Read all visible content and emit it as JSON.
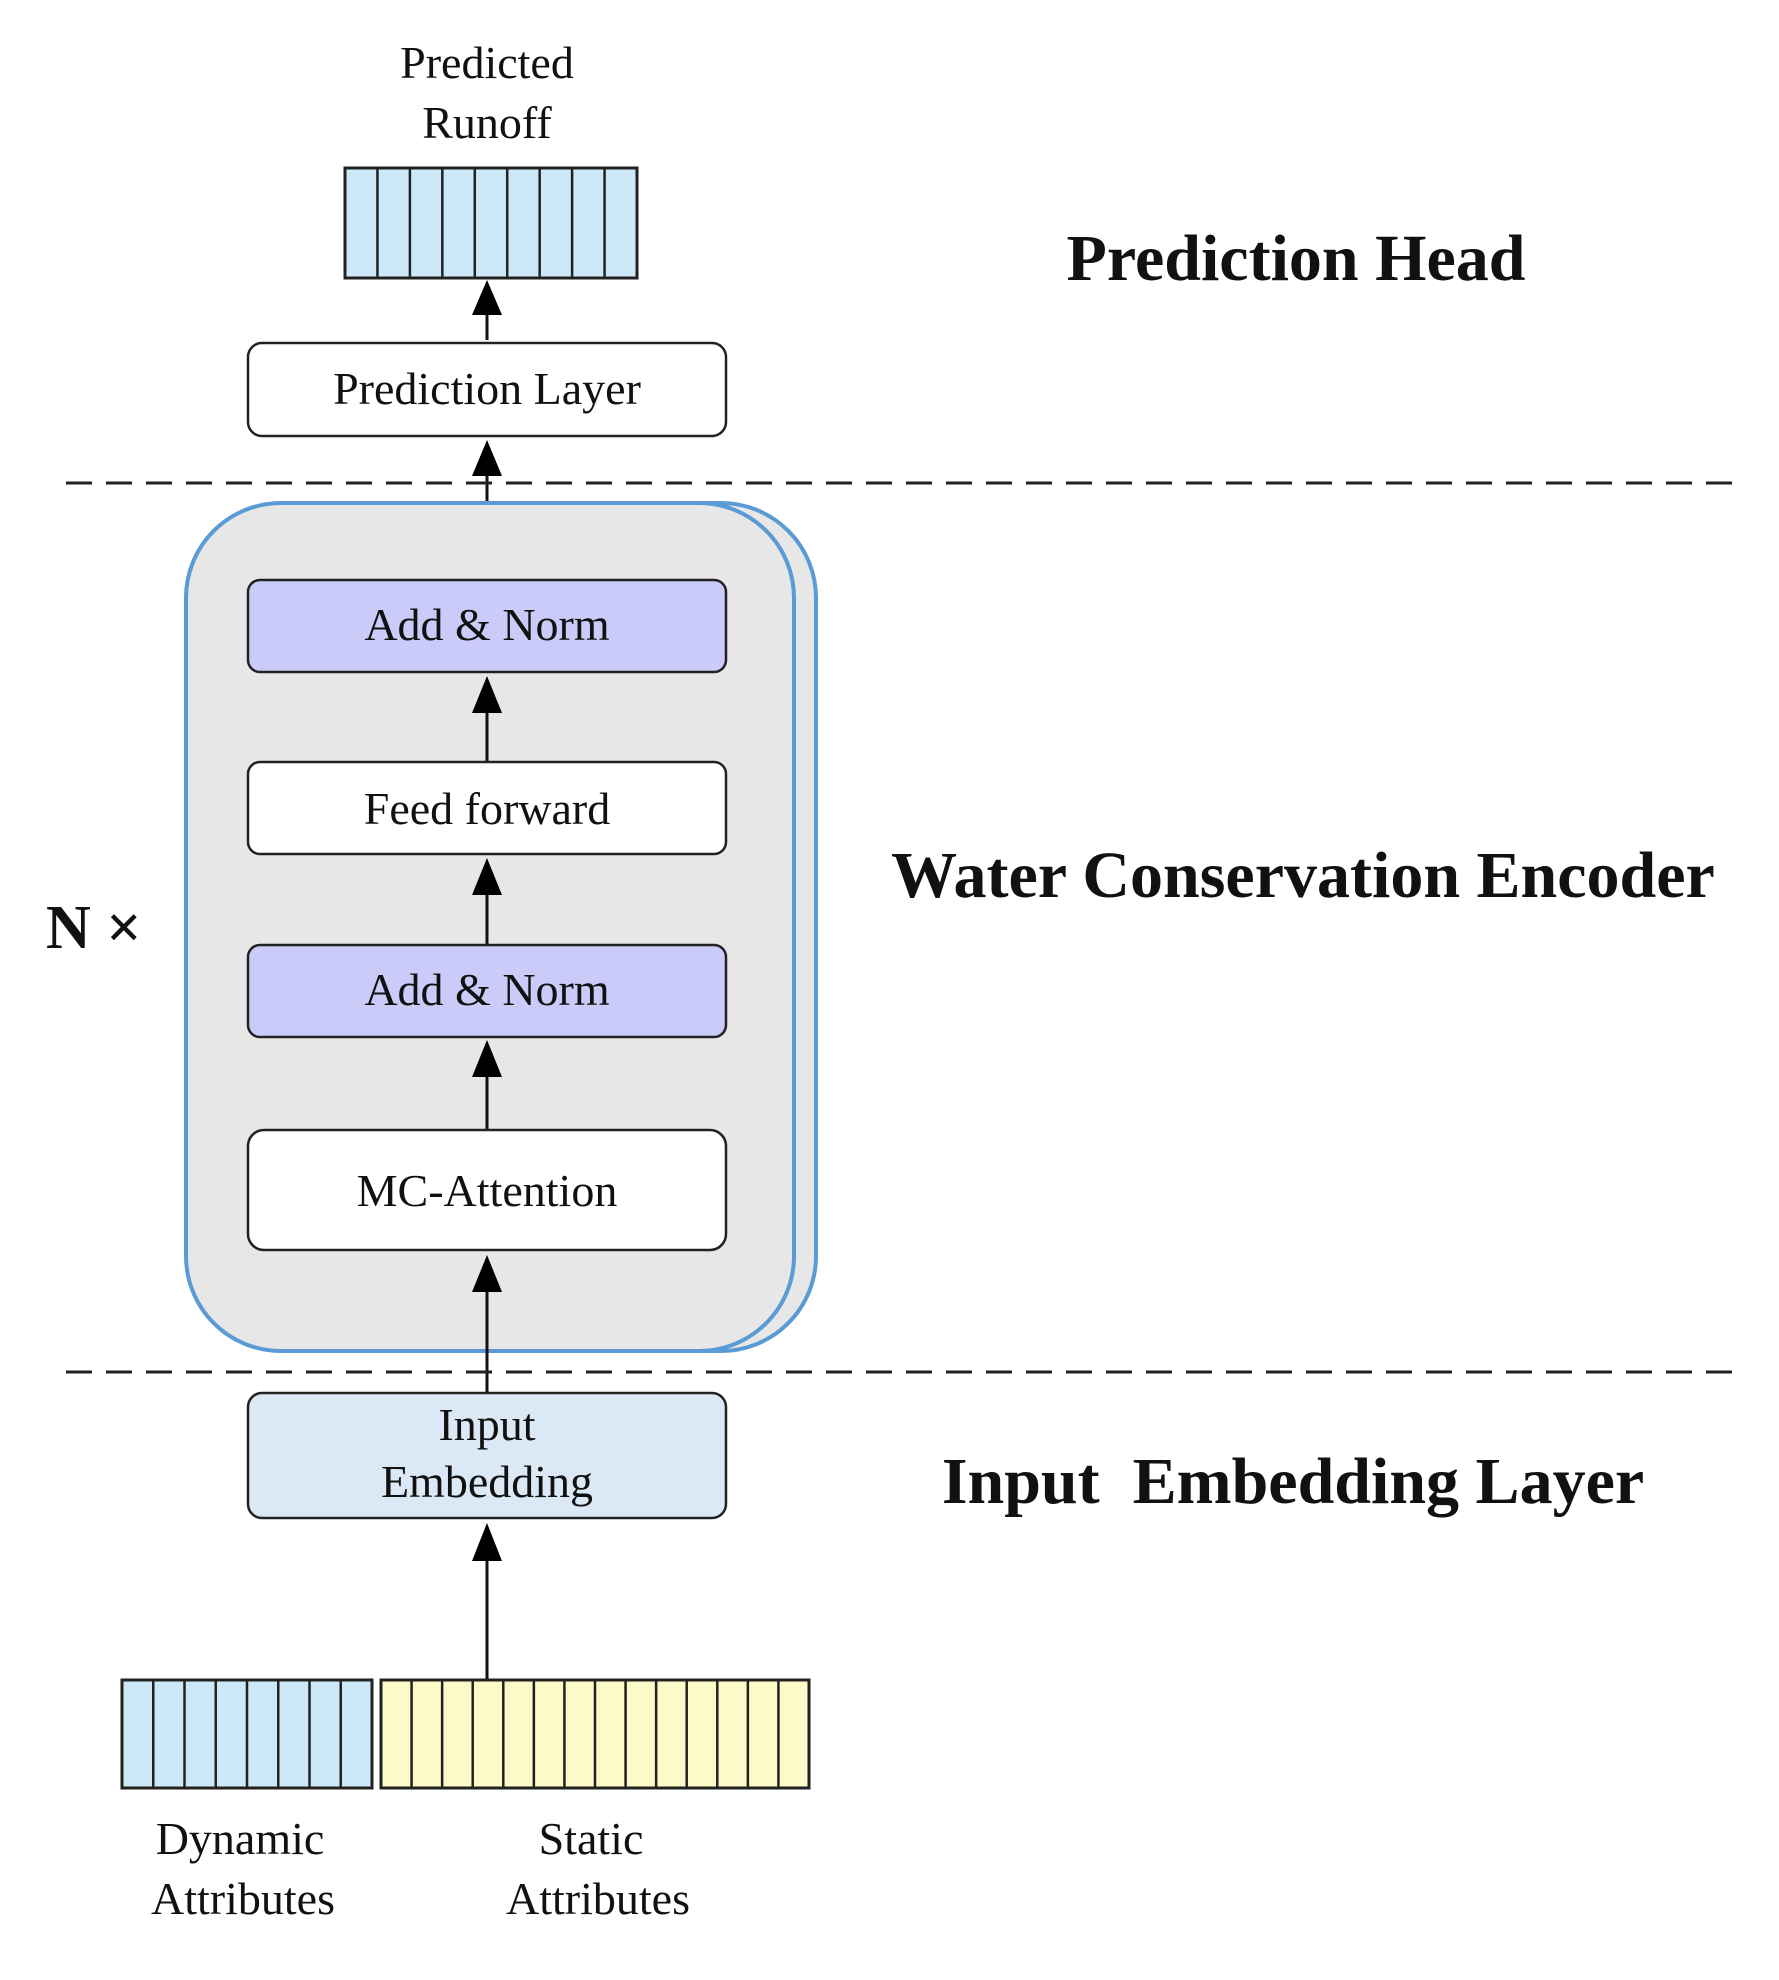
{
  "colors": {
    "vector_blue": "#cde9f7",
    "vector_yellow": "#fbfac8",
    "norm_purple": "#cbcbfa",
    "embedding_blue": "#dbe8f5",
    "encoder_fill": "#e7e7e7",
    "encoder_border": "#5b9bd5"
  },
  "output": {
    "caption_line1": "Predicted",
    "caption_line2": "Runoff",
    "cells": 9
  },
  "prediction_layer": {
    "label": "Prediction Layer"
  },
  "encoder": {
    "repeat_label": "N ×",
    "add_norm_top": "Add & Norm",
    "feed_forward": "Feed forward",
    "add_norm_bottom": "Add & Norm",
    "attention": "MC-Attention"
  },
  "embedding": {
    "label_line1": "Input",
    "label_line2": "Embedding"
  },
  "inputs": {
    "dynamic": {
      "line1": "Dynamic",
      "line2": "Attributes",
      "cells": 8
    },
    "static": {
      "line1": "Static",
      "line2": "Attributes",
      "cells": 14
    }
  },
  "sections": {
    "prediction_head": "Prediction Head",
    "encoder": "Water Conservation Encoder",
    "embedding_layer": "Input  Embedding Layer"
  }
}
